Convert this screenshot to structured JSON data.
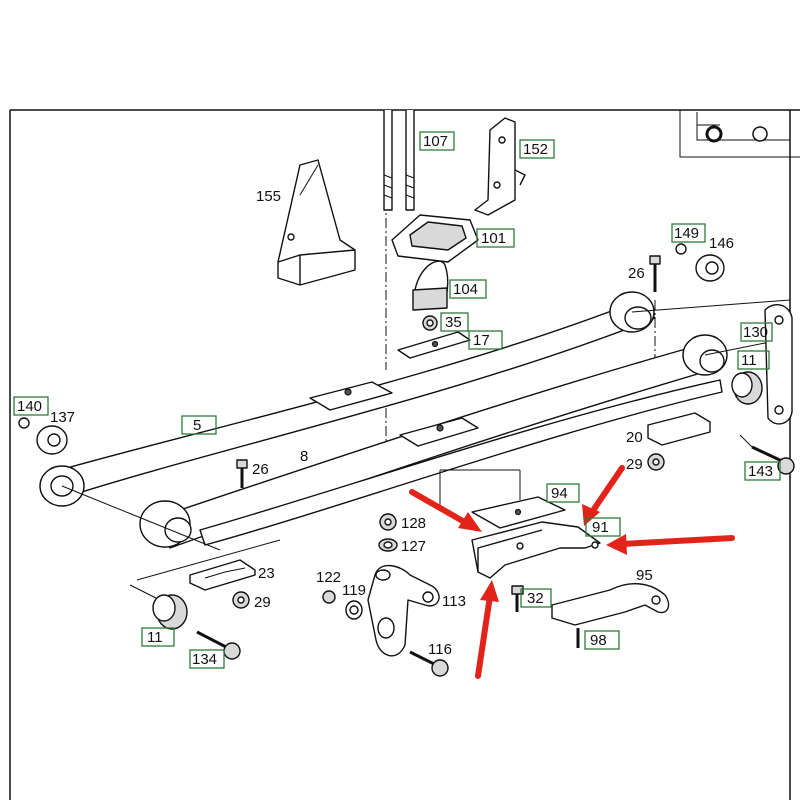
{
  "labels": {
    "l155": "155",
    "l107": "107",
    "l152": "152",
    "l101": "101",
    "l104": "104",
    "l35": "35",
    "l17": "17",
    "l149": "149",
    "l146": "146",
    "l26a": "26",
    "l130": "130",
    "l11a": "11",
    "l140": "140",
    "l137": "137",
    "l5": "5",
    "l8": "8",
    "l20": "20",
    "l29a": "29",
    "l143": "143",
    "l26b": "26",
    "l94": "94",
    "l91": "91",
    "l128": "128",
    "l127": "127",
    "l23": "23",
    "l29b": "29",
    "l122": "122",
    "l119": "119",
    "l113": "113",
    "l32": "32",
    "l95": "95",
    "l11b": "11",
    "l134": "134",
    "l116": "116",
    "l98": "98"
  },
  "colors": {
    "label_box": "#2f7a3a",
    "arrow": "#e2231a",
    "line": "#111111"
  },
  "icons": {
    "vehicle": "truck-icon"
  }
}
